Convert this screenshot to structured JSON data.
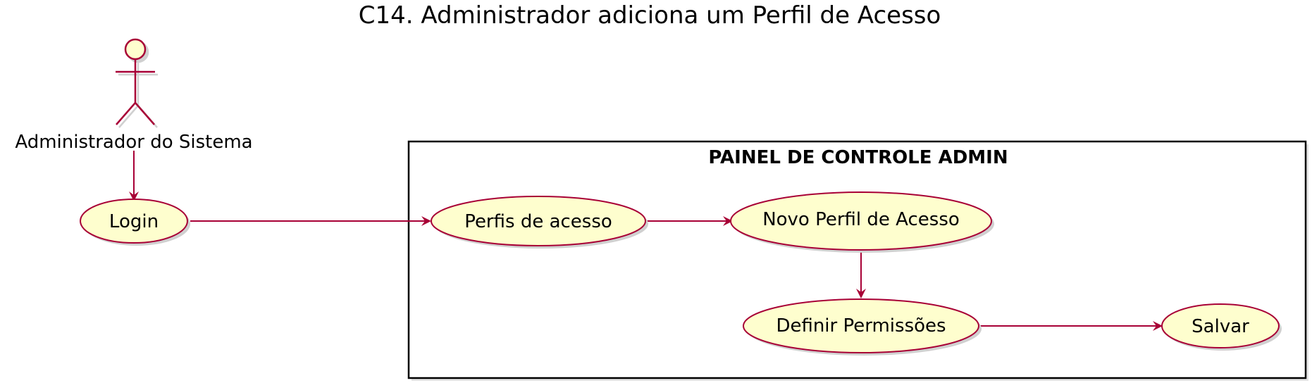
{
  "diagram": {
    "title": "C14. Administrador adiciona um Perfil de Acesso",
    "actor": {
      "label": "Administrador do Sistema"
    },
    "package": {
      "label": "PAINEL DE CONTROLE ADMIN"
    },
    "usecases": {
      "login": "Login",
      "perfis": "Perfis de acesso",
      "novo_perfil": "Novo Perfil de Acesso",
      "definir": "Definir Permissões",
      "salvar": "Salvar"
    },
    "colors": {
      "usecase_fill": "#FEFECE",
      "line": "#A80036",
      "shadow": "#D0D0D0",
      "package_border": "#000000"
    }
  }
}
